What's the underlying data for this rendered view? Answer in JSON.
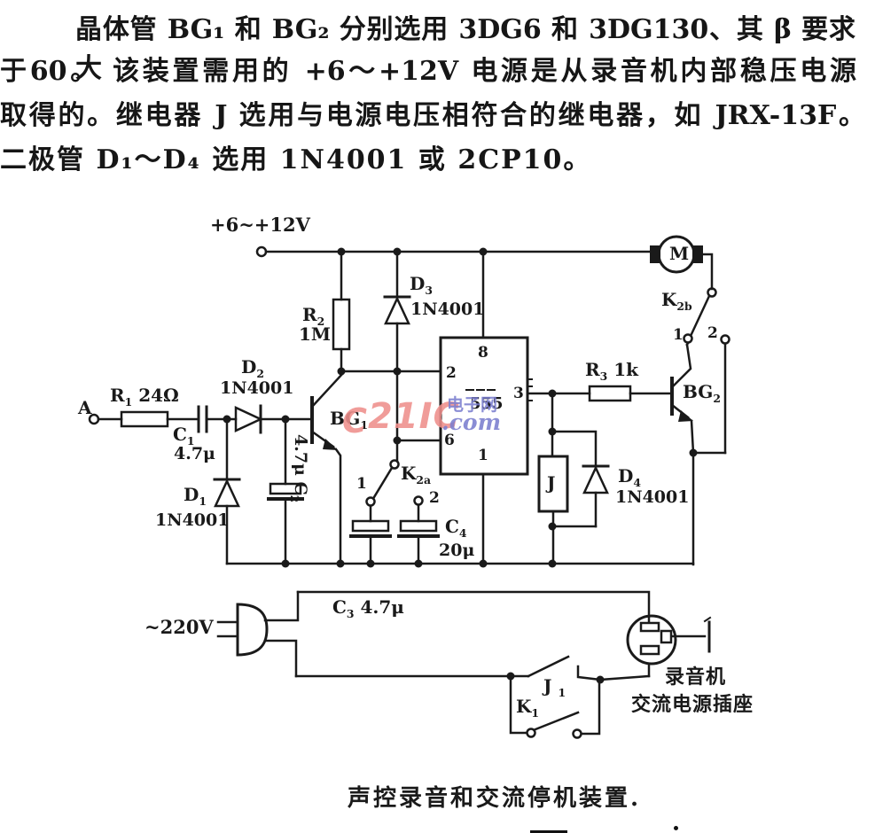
{
  "text": {
    "line1": "晶体管 BG₁ 和 BG₂ 分别选用 3DG6 和 3DG130、其 β 要求大",
    "line2": "于60。 该装置需用的 +6～+12V 电源是从录音机内部稳压电源",
    "line3": "取得的。继电器 J 选用与电源电压相符合的继电器，如 JRX-13F。",
    "line4": "二极管 D₁～D₄ 选用 1N4001 或 2CP10。"
  },
  "caption": "声控录音和交流停机装置.",
  "watermark": {
    "partial": "C",
    "big": "21IC",
    "cn": "电子网",
    "com": ".com",
    "pink": "#ef8f8c",
    "blue": "#7b7ecf"
  },
  "colors": {
    "ink": "#1a1a1a",
    "paper": "#ffffff"
  },
  "sch": {
    "power": "+6~+12V",
    "input": "A",
    "r1": {
      "name": "R",
      "sub": "1",
      "value": "24Ω"
    },
    "c1": {
      "name": "C",
      "sub": "1",
      "value": "4.7μ"
    },
    "d2": {
      "name": "D",
      "sub": "2",
      "value": "1N4001"
    },
    "d1": {
      "name": "D",
      "sub": "1",
      "value": "1N4001"
    },
    "c2": {
      "name": "C",
      "sub": "2",
      "value": "4.7μ"
    },
    "bg1": {
      "name": "BG",
      "sub": "1"
    },
    "r2": {
      "name": "R",
      "sub": "2",
      "value": "1M"
    },
    "d3": {
      "name": "D",
      "sub": "3",
      "value": "1N4001"
    },
    "ic": {
      "label": "555",
      "pin8": "8",
      "pin2": "2",
      "pin3": "3",
      "pin6": "6",
      "pin1": "1"
    },
    "k2a": {
      "name": "K",
      "sub": "2a",
      "c1": "1",
      "c2": "2"
    },
    "c4": {
      "name": "C",
      "sub": "4",
      "value": "20μ"
    },
    "r3": {
      "name": "R",
      "sub": "3",
      "value": "1k"
    },
    "relay": "J",
    "d4": {
      "name": "D",
      "sub": "4",
      "value": "1N4001"
    },
    "bg2": {
      "name": "BG",
      "sub": "2"
    },
    "motor": "M",
    "k2b": {
      "name": "K",
      "sub": "2b",
      "c1": "1",
      "c2": "2"
    },
    "ac": "~220V",
    "c3": {
      "name": "C",
      "sub": "3",
      "value": "4.7μ"
    },
    "j1": {
      "name": "J",
      "sub": "1"
    },
    "k1": {
      "name": "K",
      "sub": "1"
    },
    "socket_line1": "录音机",
    "socket_line2": "交流电源插座"
  }
}
